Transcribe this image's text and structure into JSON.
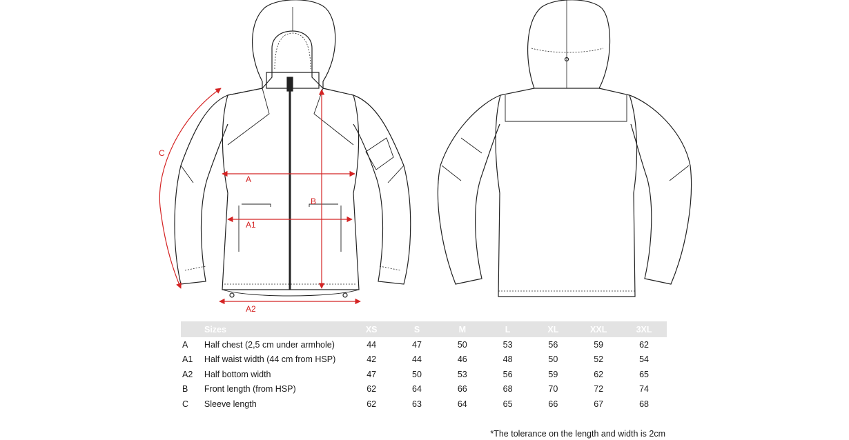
{
  "dimension_labels": {
    "A": "A",
    "A1": "A1",
    "A2": "A2",
    "B": "B",
    "C": "C"
  },
  "colors": {
    "measure": "#d42424",
    "outline": "#222222",
    "header_bg": "#e3e3e3",
    "header_text": "#ffffff"
  },
  "table": {
    "header": {
      "label": "Sizes",
      "sizes": [
        "XS",
        "S",
        "M",
        "L",
        "XL",
        "XXL",
        "3XL"
      ]
    },
    "rows": [
      {
        "code": "A",
        "desc": "Half chest (2,5 cm under armhole)",
        "values": [
          "44",
          "47",
          "50",
          "53",
          "56",
          "59",
          "62"
        ]
      },
      {
        "code": "A1",
        "desc": "Half waist width (44 cm from HSP)",
        "values": [
          "42",
          "44",
          "46",
          "48",
          "50",
          "52",
          "54"
        ]
      },
      {
        "code": "A2",
        "desc": "Half bottom width",
        "values": [
          "47",
          "50",
          "53",
          "56",
          "59",
          "62",
          "65"
        ]
      },
      {
        "code": "B",
        "desc": "Front length (from HSP)",
        "values": [
          "62",
          "64",
          "66",
          "68",
          "70",
          "72",
          "74"
        ]
      },
      {
        "code": "C",
        "desc": "Sleeve length",
        "values": [
          "62",
          "63",
          "64",
          "65",
          "66",
          "67",
          "68"
        ]
      }
    ]
  },
  "footnote": "*The tolerance on the length and width is 2cm"
}
